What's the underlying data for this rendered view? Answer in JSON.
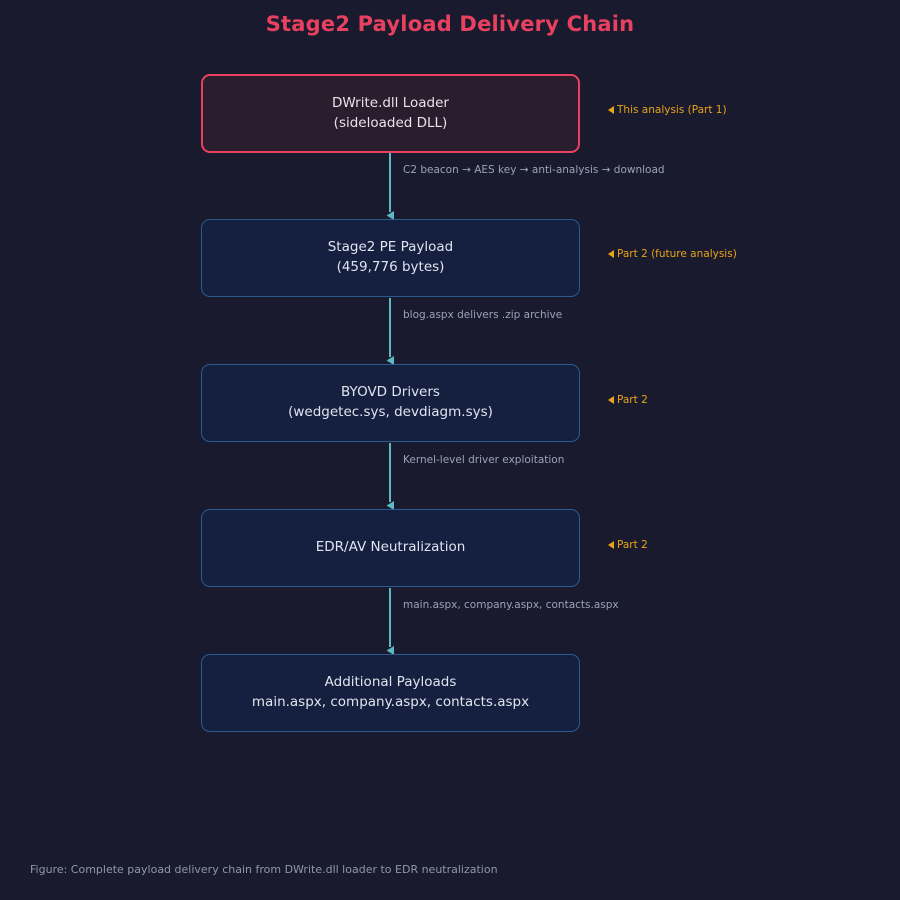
{
  "figure": {
    "title": "Stage2 Payload Delivery Chain",
    "caption": "Figure: Complete payload delivery chain from DWrite.dll loader to EDR neutralization",
    "background_color": "#191a2e",
    "title_color": "#e8415f",
    "annotation_color": "#e8a317",
    "arrow_color": "#5cb8c4",
    "node_border_color": "#2b5a8f",
    "node_fill_color": "#152040",
    "highlight_border_color": "#e8415f",
    "highlight_fill_color": "#2a1e2e",
    "edge_label_color": "#9aa3b8"
  },
  "nodes": [
    {
      "id": "dwrite-loader",
      "line1": "DWrite.dll Loader",
      "line2": "(sideloaded DLL)",
      "style": "highlight",
      "annotation": "This analysis (Part 1)"
    },
    {
      "id": "stage2-pe-payload",
      "line1": "Stage2 PE Payload",
      "line2": "(459,776 bytes)",
      "style": "normal",
      "annotation": "Part 2 (future analysis)"
    },
    {
      "id": "byovd-drivers",
      "line1": "BYOVD Drivers",
      "line2": "(wedgetec.sys, devdiagm.sys)",
      "style": "normal",
      "annotation": "Part 2"
    },
    {
      "id": "edr-av-neutralization",
      "line1": "EDR/AV Neutralization",
      "line2": "",
      "style": "normal",
      "annotation": "Part 2"
    },
    {
      "id": "additional-payloads",
      "line1": "Additional Payloads",
      "line2": "main.aspx, company.aspx, contacts.aspx",
      "style": "normal",
      "annotation": ""
    }
  ],
  "edges": [
    {
      "from": "dwrite-loader",
      "to": "stage2-pe-payload",
      "label": "C2 beacon → AES key → anti-analysis → download"
    },
    {
      "from": "stage2-pe-payload",
      "to": "byovd-drivers",
      "label": "blog.aspx delivers .zip archive"
    },
    {
      "from": "byovd-drivers",
      "to": "edr-av-neutralization",
      "label": "Kernel-level driver exploitation"
    },
    {
      "from": "edr-av-neutralization",
      "to": "additional-payloads",
      "label": "main.aspx, company.aspx, contacts.aspx"
    }
  ]
}
